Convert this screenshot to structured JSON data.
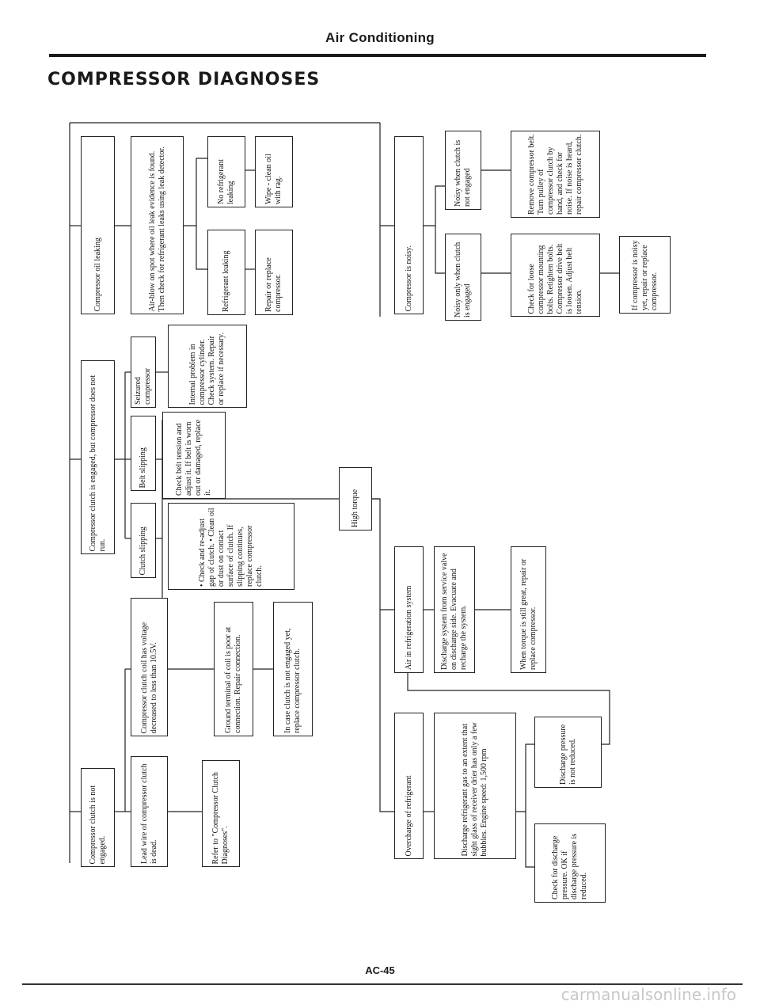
{
  "header": {
    "title": "Air Conditioning",
    "section_title": "COMPRESSOR DIAGNOSES",
    "page_number": "AC-45",
    "watermark": "carmanualsonline.info"
  },
  "boxes": {
    "clutch_not_engaged": "Compressor clutch is not engaged.",
    "lead_wire_dead": "Lead wire of compressor clutch is dead.",
    "refer_clutch_diag": "Refer to \"Compressor Clutch Diagnoses\".",
    "coil_voltage_low": "Compressor clutch coil has voltage decreased to less than 10.5V.",
    "ground_terminal": "Ground terminal of coil is poor at connection. Repair connection.",
    "replace_clutch": "In case clutch is not engaged yet, replace compressor clutch.",
    "engaged_not_run": "Compressor clutch is engaged, but compressor does not run.",
    "clutch_slipping": "Clutch slipping",
    "clutch_slipping_fix": "• Check and re-adjust gap of clutch. • Clean oil or dust on contact surface of clutch. If slipping continues, replace compressor clutch.",
    "belt_slipping": "Belt slipping",
    "belt_slipping_fix": "Check belt tension and adjust it. If belt is worn out or damaged, replace it.",
    "seized": "Seizured compressor",
    "seized_fix": "Internal problem in compressor cylinder. Check system. Repair or replace if necessary.",
    "oil_leaking": "Compressor oil leaking",
    "oil_leak_check": "Air-blow on spot where oil leak evidence is found. Then check for refrigerant leaks using leak detector.",
    "refrigerant_leaking": "Refrigerant leaking",
    "repair_replace": "Repair or replace compressor.",
    "no_refrigerant_leaking": "No refrigerant leaking",
    "wipe_oil": "Wipe - clean oil with rag.",
    "high_torque": "High torque",
    "air_in_system": "Air in refrigeration system",
    "discharge_system": "Discharge system from service valve on discharge side. Evacuate and recharge the system.",
    "torque_still_great": "When torque is still great, repair or replace compressor.",
    "overcharge": "Overcharge of refrigerant",
    "discharge_gas": "Discharge refrigerant gas to an extent that sight glass of receiver drier has only a few bubbles. Engine speed: 1,500 rpm",
    "check_discharge_pressure": "Check for discharge pressure. OK if discharge pressure is reduced.",
    "pressure_not_reduced": "Discharge pressure is not reduced.",
    "noisy": "Compressor is noisy.",
    "noisy_engaged": "Noisy only when clutch is engaged",
    "check_loose": "Check for loose compressor mounting bolts. Retighten bolts. Compressor drive belt is loosen. Adjust belt tension.",
    "still_noisy": "If compressor is noisy yet, repair or replace compressor.",
    "noisy_not_engaged": "Noisy when clutch is not engaged",
    "remove_belt": "Remove compressor belt. Turn pulley of compressor clutch by hand, and check for noise. If noise is heard, repair compressor clutch."
  }
}
